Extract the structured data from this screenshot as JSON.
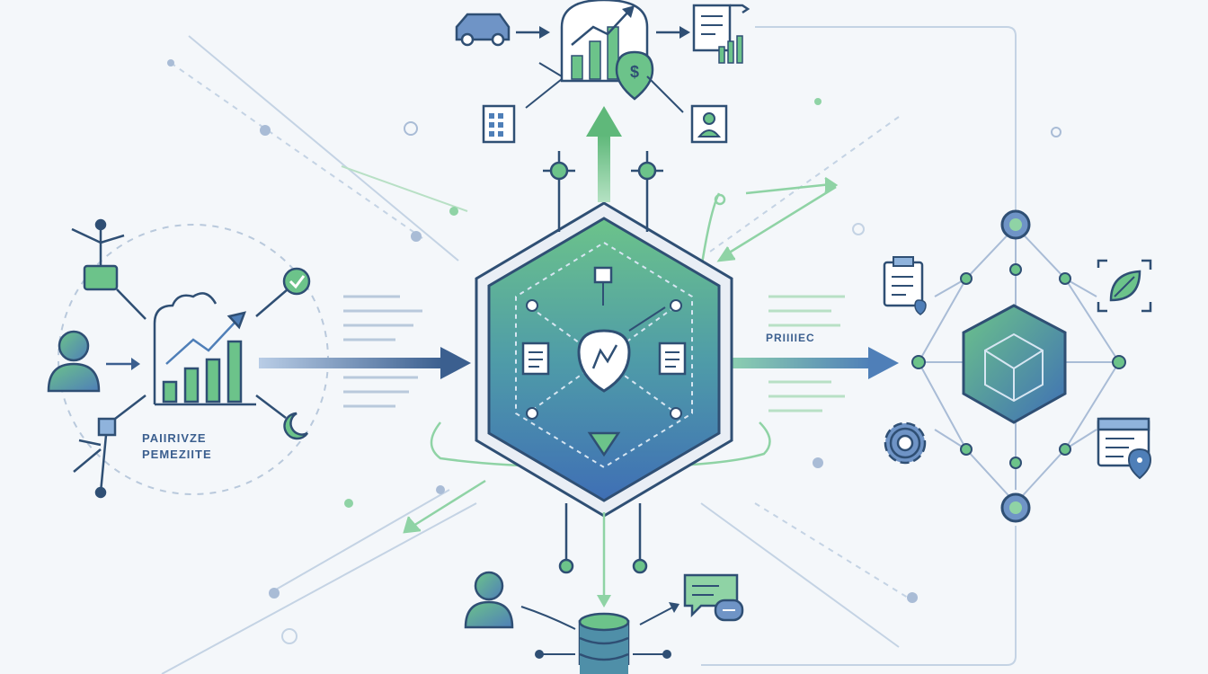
{
  "labels": {
    "left_cluster_line1": "PAIIRIVZE",
    "left_cluster_line2": "PEMEZIITE",
    "right_arrow_caption": "PRIIIIEC"
  },
  "colors": {
    "navy": "#3b5f8f",
    "blue": "#4f7fb8",
    "green": "#5fb87a",
    "light_green": "#8fd3a5",
    "outline": "#2f4f74",
    "muted_line": "#b9c9dc"
  },
  "icons": {
    "top": [
      "car-icon",
      "growth-chart-icon",
      "dollar-pin-icon",
      "report-icon",
      "spreadsheet-icon",
      "profile-card-icon"
    ],
    "left": [
      "org-tree-icon",
      "user-icon",
      "bar-chart-icon",
      "check-circle-icon",
      "moon-icon"
    ],
    "center": [
      "hex-cube-hub",
      "document-icon",
      "pen-shield-icon",
      "triangle-icon"
    ],
    "right": [
      "clipboard-icon",
      "leaf-frame-icon",
      "gear-icon",
      "calendar-location-icon",
      "cube-hub-icon"
    ],
    "bottom": [
      "user-icon",
      "database-icon",
      "chat-bubble-icon"
    ]
  }
}
